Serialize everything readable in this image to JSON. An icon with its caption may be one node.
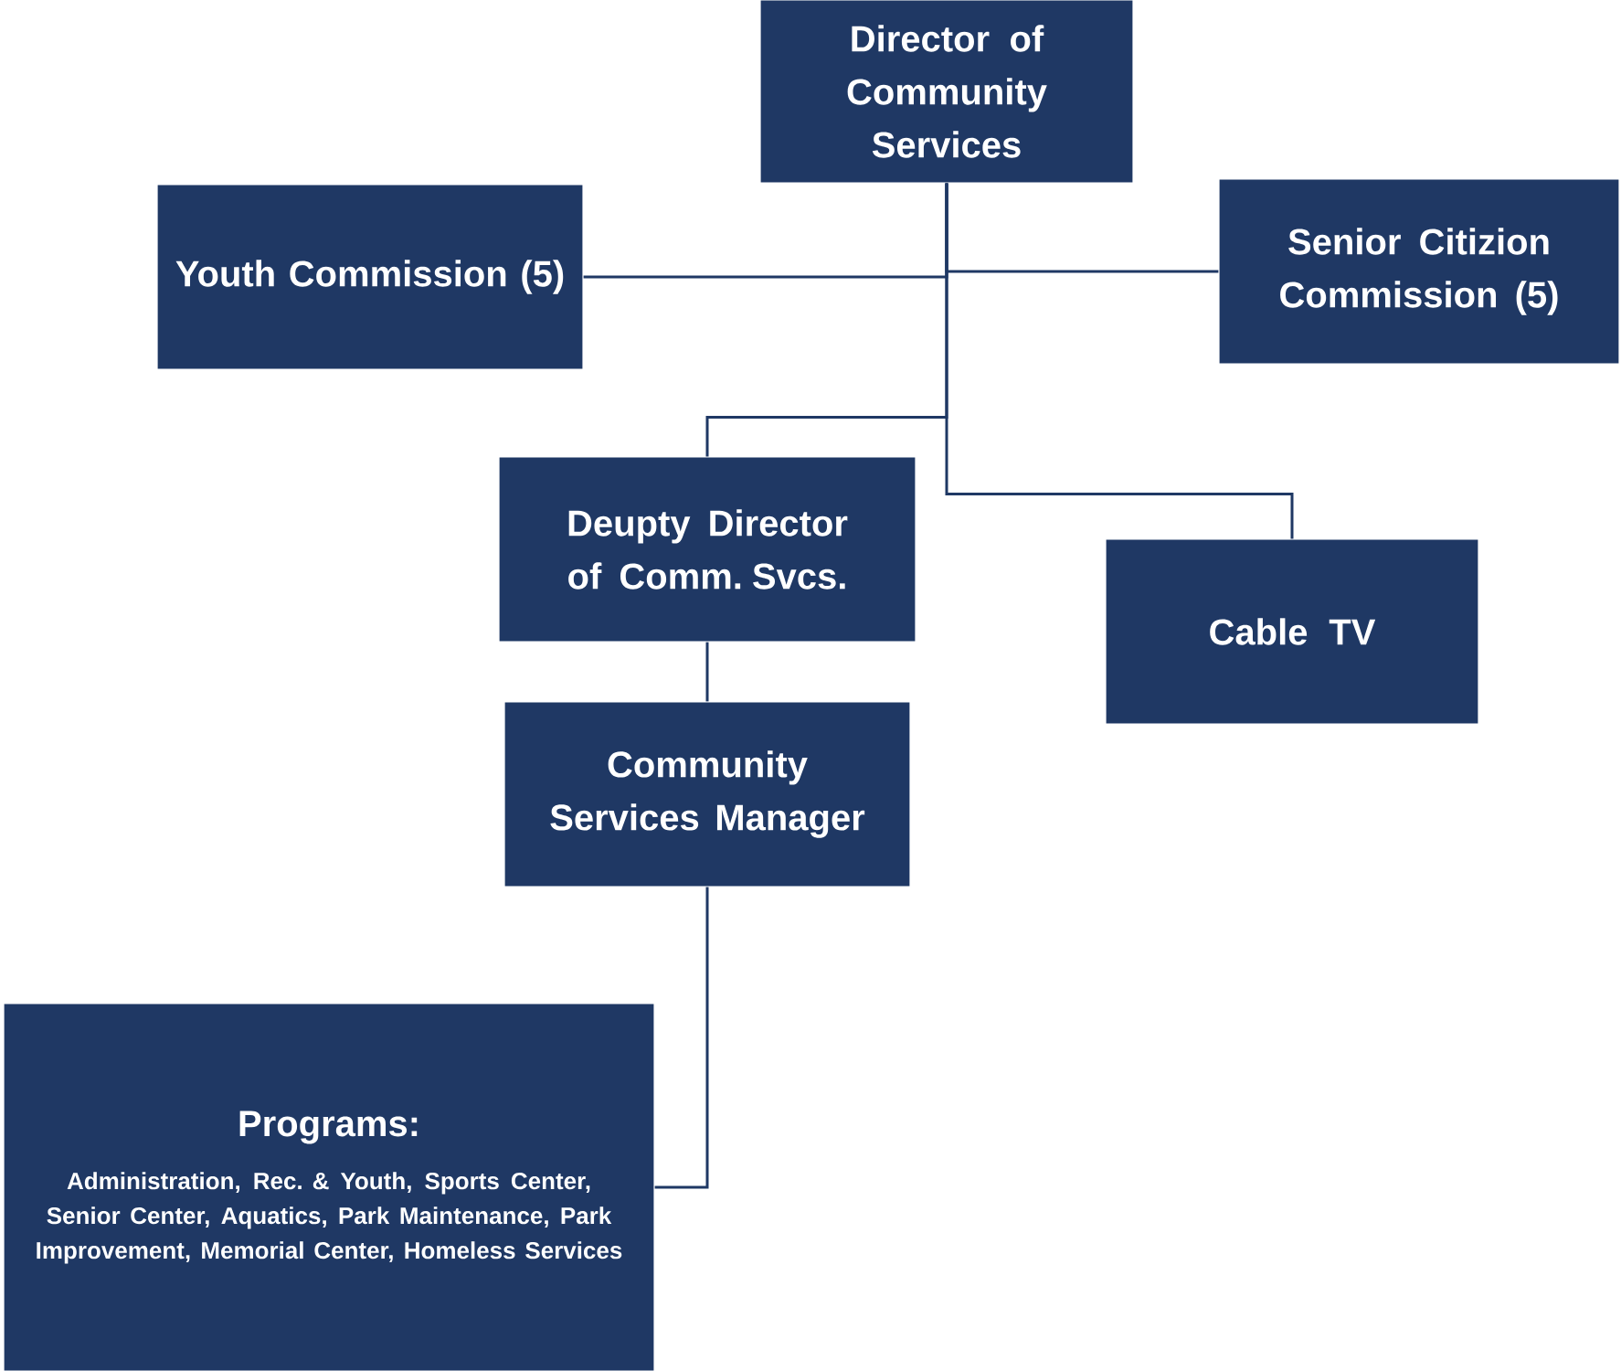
{
  "diagram": {
    "nodes": [
      {
        "text": [
          "Director of Community Services"
        ]
      },
      {
        "text": [
          "Youth Commission (5)"
        ]
      },
      {
        "text": [
          "Senior Citizion Commission (5)"
        ]
      },
      {
        "text": [
          "Deupty Director of Comm. Svcs."
        ]
      },
      {
        "text": [
          "Cable TV"
        ]
      },
      {
        "text": [
          "Community Services Manager"
        ]
      },
      {
        "text": [
          "Programs:",
          "Administration, Rec. & Youth, Sports Center, Senior Center, Aquatics, Park Maintenance, Park Improvement, Memorial Center, Homeless Services"
        ]
      }
    ],
    "edges": [
      {
        "from": 0,
        "to": 1,
        "arrow": "none"
      },
      {
        "from": 0,
        "to": 2,
        "arrow": "none"
      },
      {
        "from": 0,
        "to": 3,
        "arrow": "none"
      },
      {
        "from": 0,
        "to": 4,
        "arrow": "none"
      },
      {
        "from": 3,
        "to": 5,
        "arrow": "none"
      },
      {
        "from": 5,
        "to": 6,
        "arrow": "none"
      }
    ]
  }
}
